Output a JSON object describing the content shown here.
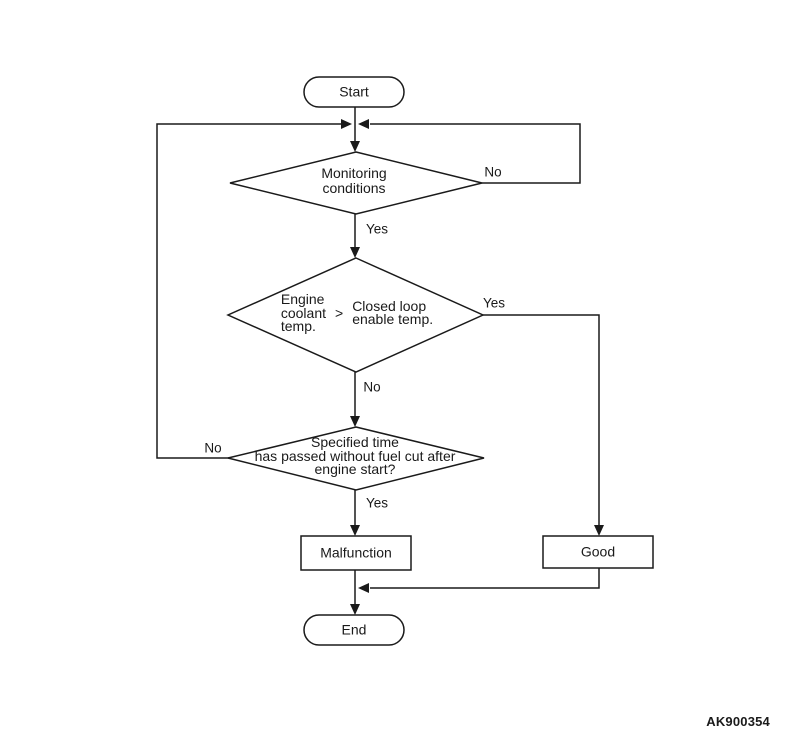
{
  "diagram": {
    "start_label": "Start",
    "end_label": "End",
    "figure_id": "AK900354",
    "decision_monitoring": {
      "line1": "Monitoring",
      "line2": "conditions",
      "no_label": "No",
      "yes_label": "Yes"
    },
    "decision_coolant": {
      "left_line1": "Engine",
      "left_line2": "coolant",
      "left_line3": "temp.",
      "operator": ">",
      "right_line1": "Closed loop",
      "right_line2": "enable temp.",
      "yes_label": "Yes",
      "no_label": "No"
    },
    "decision_fuelcut": {
      "line1": "Specified time",
      "line2": "has passed without fuel cut after",
      "line3": "engine start?",
      "no_label": "No",
      "yes_label": "Yes"
    },
    "malfunction_label": "Malfunction",
    "good_label": "Good",
    "colors": {
      "line": "#1a1a1a",
      "fill": "#ffffff"
    }
  }
}
